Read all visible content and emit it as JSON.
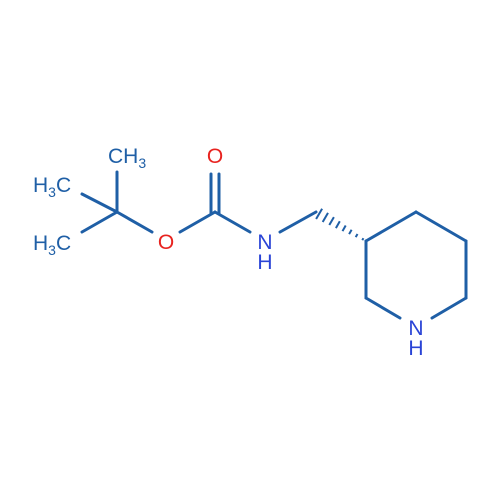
{
  "colors": {
    "bond": "#1f5fa6",
    "carbon_label": "#1f5fa6",
    "oxygen": "#e8231f",
    "nitrogen": "#2a44d6",
    "background": "#ffffff"
  },
  "labels": {
    "methyl_top": {
      "main": "CH",
      "sub": "3"
    },
    "methyl_left_upper": {
      "main": "H",
      "sub": "3",
      "tail": "C"
    },
    "methyl_left_lower": {
      "main": "H",
      "sub": "3",
      "tail": "C"
    },
    "carbonyl_oxygen": "O",
    "ester_oxygen": "O",
    "carbamate_nitrogen": {
      "main": "N",
      "hydrogen": "H"
    },
    "ring_nitrogen": {
      "main": "N",
      "hydrogen": "H"
    }
  }
}
